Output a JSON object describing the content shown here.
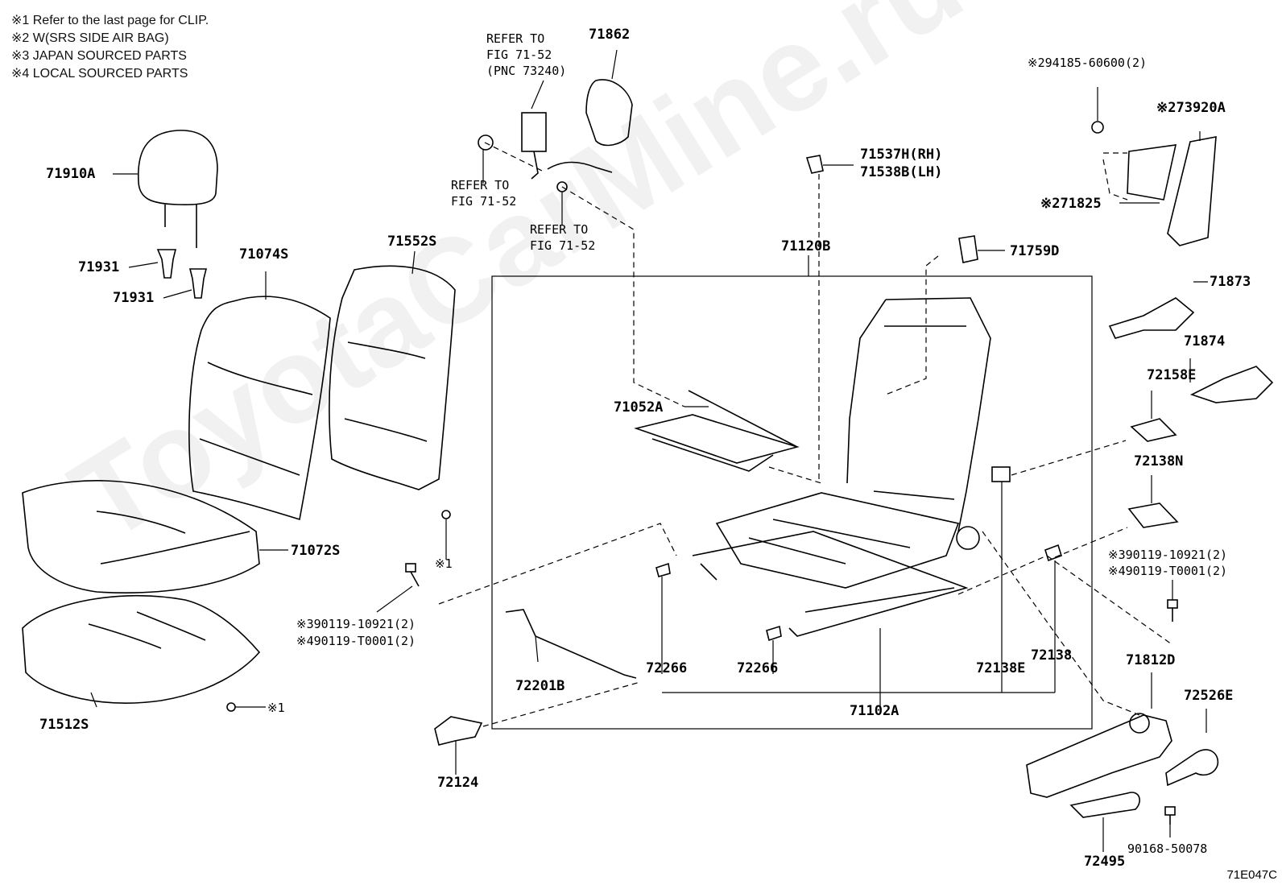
{
  "notes": [
    "※1  Refer to the last page for CLIP.",
    "※2  W(SRS SIDE AIR BAG)",
    "※3  JAPAN SOURCED PARTS",
    "※4  LOCAL SOURCED PARTS"
  ],
  "watermark": "ToyotaCarMine.ru",
  "figure_code": "71E047C",
  "labels": {
    "p71910A": "71910A",
    "p71931a": "71931",
    "p71931b": "71931",
    "p71074S": "71074S",
    "p71552S": "71552S",
    "p71072S": "71072S",
    "p71512S": "71512S",
    "clip1a": "※1",
    "clip1b": "※1",
    "bolt_jp": "※390119-10921(2)",
    "bolt_lo": "※490119-T0001(2)",
    "refer1_a": "REFER TO",
    "refer1_b": "FIG 71-52",
    "refer1_c": "(PNC 73240)",
    "refer2_a": "REFER TO",
    "refer2_b": "FIG 71-52",
    "refer3_a": "REFER TO",
    "refer3_b": "FIG 71-52",
    "p71862": "71862",
    "p71537H": "71537H(RH)",
    "p71538B": "71538B(LH)",
    "p71120B": "71120B",
    "p71759D": "71759D",
    "p71052A": "71052A",
    "p72201B": "72201B",
    "p72266a": "72266",
    "p72266b": "72266",
    "p72138E": "72138E",
    "p72138": "72138",
    "p71102A": "71102A",
    "p72124": "72124",
    "p94185": "※294185-60600(2)",
    "p73920A": "※273920A",
    "p71825": "※271825",
    "p71873": "71873",
    "p71874": "71874",
    "p72158E": "72158E",
    "p72138N": "72138N",
    "bolt_jp2": "※390119-10921(2)",
    "bolt_lo2": "※490119-T0001(2)",
    "p71812D": "71812D",
    "p72526E": "72526E",
    "p72495": "72495",
    "p90168": "90168-50078"
  }
}
